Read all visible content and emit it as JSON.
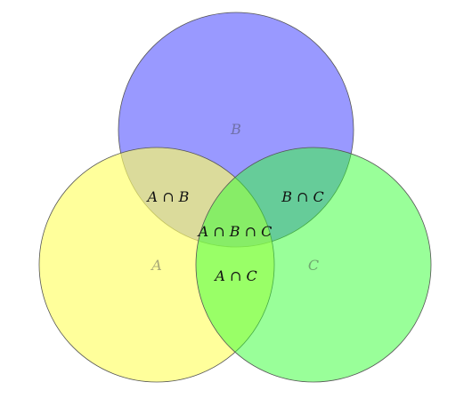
{
  "sets": [
    {
      "key": "B",
      "label": "B",
      "color": "#8080ff",
      "label_color": "#7070a8"
    },
    {
      "key": "A",
      "label": "A",
      "color": "#ffff66",
      "label_color": "#a8a878"
    },
    {
      "key": "C",
      "label": "C",
      "color": "#66ff66",
      "label_color": "#70a870"
    }
  ],
  "intersections": {
    "ab": "A ∩ B",
    "bc": "B ∩ C",
    "ac": "A ∩ C",
    "abc": "A ∩ B ∩ C"
  },
  "colors": {
    "outline": "#555555",
    "intersection_text": "#111111"
  }
}
